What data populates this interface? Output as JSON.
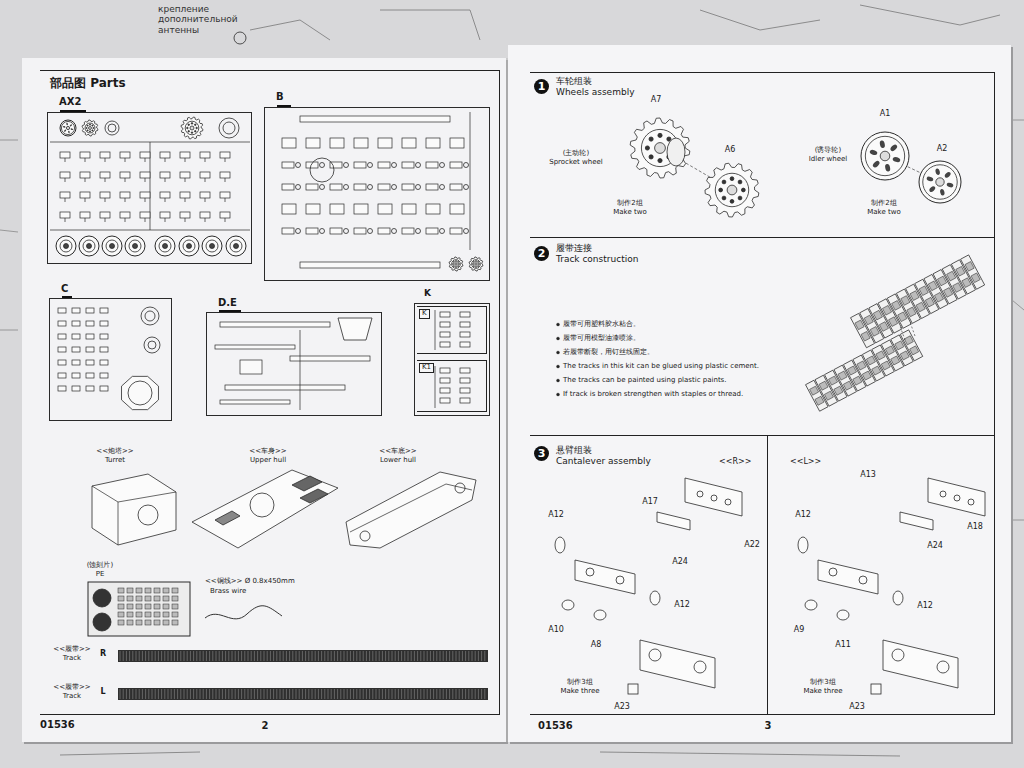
{
  "diagram": {
    "nodes": [
      {
        "text": [
          "部品图 Parts"
        ]
      },
      {
        "text": [
          "AX2"
        ],
        "in": 0
      },
      {
        "text": [
          "B"
        ],
        "in": 0
      },
      {
        "text": [
          "C"
        ],
        "in": 0
      },
      {
        "text": [
          "D.E"
        ],
        "in": 0
      },
      {
        "text": [
          "K"
        ],
        "in": 0
      },
      {
        "text": [
          "K"
        ],
        "in": 5
      },
      {
        "text": [
          "K1"
        ],
        "in": 5
      },
      {
        "text": [
          "1",
          "车轮组装",
          "Wheels assembly"
        ]
      },
      {
        "text": [
          "2",
          "履带连接",
          "Track construction"
        ]
      },
      {
        "text": [
          "3",
          "悬臂组装",
          "Cantalever assembly"
        ]
      },
      {
        "text": [
          "<<R>>"
        ],
        "in": 10
      },
      {
        "text": [
          "<<L>>"
        ],
        "in": 10
      }
    ],
    "labels": [
      "крепление дополнительной антенны",
      "<<炮塔>>",
      "Turret",
      "<<车身>>",
      "Upper hull",
      "<<车底>>",
      "Lower hull",
      "(蚀刻片)",
      "PE",
      "<<铜线>> Ø 0.8x450mm",
      "Brass wire",
      "<<履带>>",
      "Track",
      "R",
      "<<履带>>",
      "Track",
      "L",
      "01536",
      "2",
      "A7",
      "A6",
      "(主动轮)",
      "Sprocket wheel",
      "制作2组",
      "Make two",
      "A1",
      "A2",
      "(诱导轮)",
      "Idler wheel",
      "制作2组",
      "Make two",
      "履带可用塑料胶水粘合。",
      "履带可用模型油漆喷涂。",
      "若履带断裂，用钉丝线固定。",
      "The tracks in this kit can be glued using plastic cement.",
      "The tracks can be painted using plastic paints.",
      "If track is broken strengthen with staples or thread.",
      "A17",
      "A22",
      "A24",
      "A12",
      "A12",
      "A10",
      "A8",
      "制作3组",
      "Make three",
      "A23",
      "A13",
      "A18",
      "A24",
      "A12",
      "A12",
      "A9",
      "A11",
      "制作3组",
      "Make three",
      "A23",
      "01536",
      "3"
    ]
  }
}
